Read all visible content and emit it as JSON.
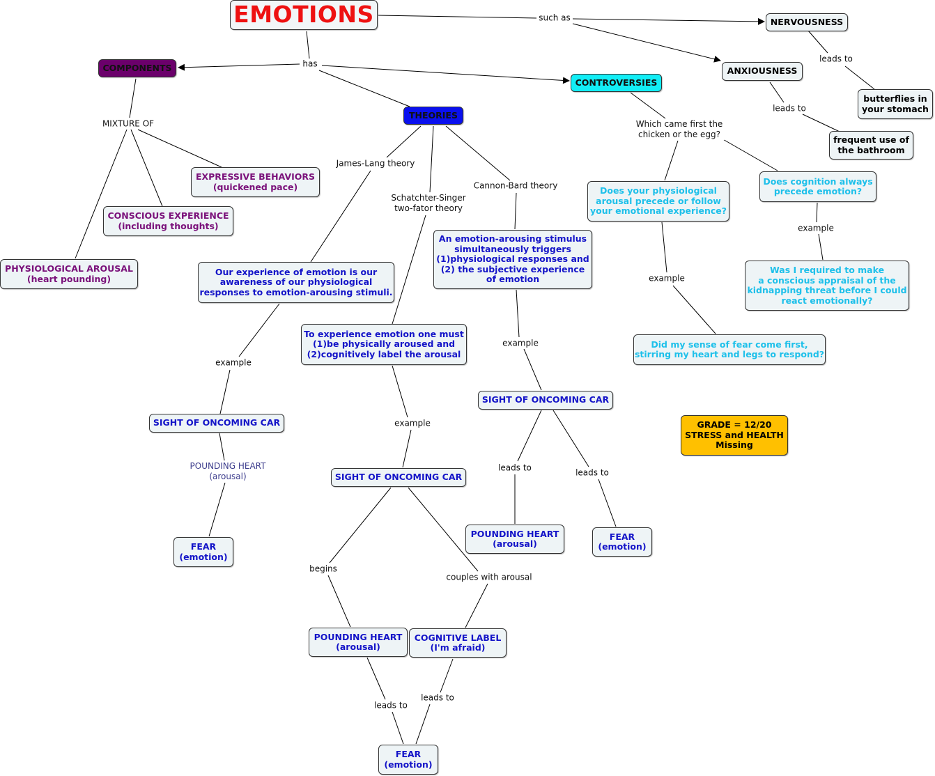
{
  "title": "EMOTIONS",
  "nodes": {
    "nervousness": "NERVOUSNESS",
    "anxiousness": "ANXIOUSNESS",
    "butterflies": "butterflies in\nyour stomach",
    "bathroom": "frequent use of\nthe bathroom",
    "components": "COMPONENTS",
    "theories": "THEORIES",
    "controversies": "CONTROVERSIES",
    "expressive": "EXPRESSIVE BEHAVIORS\n(quickened pace)",
    "conscious": "CONSCIOUS EXPERIENCE\n(including thoughts)",
    "physiological": "PHYSIOLOGICAL AROUSAL\n(heart pounding)",
    "jl_def": "Our experience of emotion is our\nawareness of our physiological\nresponses to emotion-arousing stimuli.",
    "ss_def": "To experience emotion one must\n(1)be physically aroused and\n(2)cognitively label the arousal",
    "cb_def": "An emotion-arousing stimulus\nsimultaneously triggers\n(1)physiological responses and\n(2) the subjective experience\nof emotion",
    "jl_car": "SIGHT OF ONCOMING CAR",
    "jl_fear": "FEAR\n(emotion)",
    "ss_car": "SIGHT OF ONCOMING CAR",
    "ss_heart": "POUNDING HEART\n(arousal)",
    "ss_label": "COGNITIVE LABEL\n(I'm afraid)",
    "ss_fear": "FEAR\n(emotion)",
    "cb_car": "SIGHT OF ONCOMING CAR",
    "cb_heart": "POUNDING HEART\n(arousal)",
    "cb_fear": "FEAR\n(emotion)",
    "q_physio": "Does your physiological\narousal precede or follow\nyour emotional experience?",
    "q_cog": "Does cognition always\nprecede emotion?",
    "ex_kidnap": "Was I required to make\na conscious appraisal of the\nkidnapping threat before I could\nreact emotionally?",
    "ex_fear": "Did my sense of fear come first,\nstirring my heart and legs to respond?",
    "grade": "GRADE = 12/20\nSTRESS and HEALTH\nMissing"
  },
  "labels": {
    "such_as": "such as",
    "leads_to_nerv": "leads to",
    "leads_to_anx": "leads to",
    "has": "has",
    "mixture_of": "MIXTURE OF",
    "james_lang": "James-Lang theory",
    "schachter": "Schatchter-Singer\ntwo-fator theory",
    "cannon_bard": "Cannon-Bard theory",
    "chicken_egg": "Which came first the\nchicken or the egg?",
    "ex_jl": "example",
    "pounding_heart_label": "POUNDING HEART\n(arousal)",
    "ex_ss": "example",
    "begins": "begins",
    "couples": "couples with arousal",
    "leads_to_ss1": "leads to",
    "leads_to_ss2": "leads to",
    "ex_cb": "example",
    "leads_to_cb1": "leads to",
    "leads_to_cb2": "leads to",
    "ex_physio": "example",
    "ex_cog": "example"
  },
  "colors": {
    "title_text": "#ee1111",
    "components_fill": "#6b006b",
    "theories_fill": "#0a10ee",
    "controversies_fill": "#12eef6",
    "grade_fill": "#ffc000",
    "purple_text": "#7a117a",
    "blue_text": "#1414c8",
    "cyan_text": "#1ec0ea",
    "node_fill": "#eef4f6"
  }
}
